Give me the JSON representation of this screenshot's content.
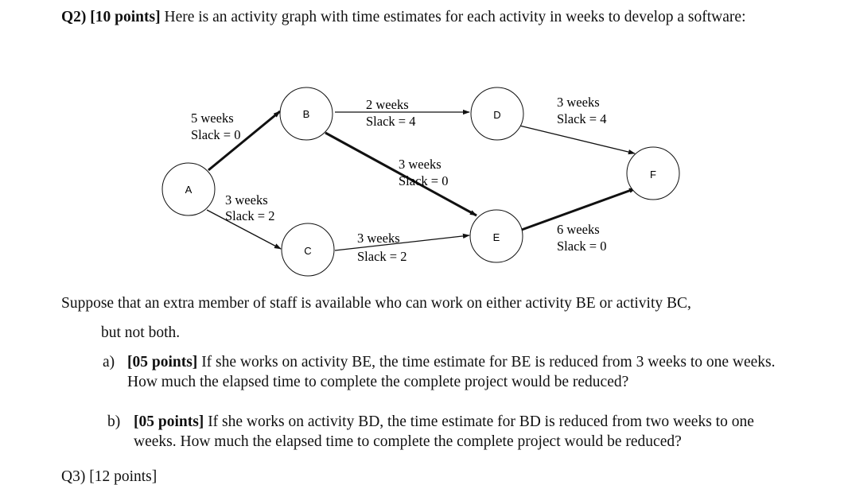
{
  "question": {
    "label": "Q2)",
    "points": "[10 points]",
    "text": "Here is an activity graph with time estimates for each activity in weeks to develop a software:"
  },
  "graph": {
    "nodes": {
      "A": "A",
      "B": "B",
      "C": "C",
      "D": "D",
      "E": "E",
      "F": "F"
    },
    "edges": {
      "AB": {
        "time": "5 weeks",
        "slack": "Slack = 0"
      },
      "AC": {
        "time": "3 weeks",
        "slack": "Slack = 2"
      },
      "BD": {
        "time": "2 weeks",
        "slack": "Slack = 4"
      },
      "BE": {
        "time": "3 weeks",
        "slack": "Slack = 0"
      },
      "CE": {
        "time": "3 weeks",
        "slack": "Slack = 2"
      },
      "DF": {
        "time": "3 weeks",
        "slack": "Slack = 4"
      },
      "EF": {
        "time": "6 weeks",
        "slack": "Slack = 0"
      }
    }
  },
  "body": {
    "line1": "Suppose that an extra member of staff is available who can work on either activity BE or activity BC,",
    "line2": "but not both.",
    "a": {
      "mark": "a)",
      "points": "[05 points]",
      "text": "If she works on activity BE, the time estimate for BE is reduced from 3 weeks to one weeks.  How much the elapsed time to complete the complete project would be reduced?"
    },
    "b": {
      "mark": "b)",
      "points": "[05 points]",
      "text": "If she works on activity BD, the time estimate for BD is reduced from two weeks to one weeks.  How much the elapsed time to complete the complete project would be reduced?"
    },
    "next_question_partial": "Q3) [12 points]"
  }
}
